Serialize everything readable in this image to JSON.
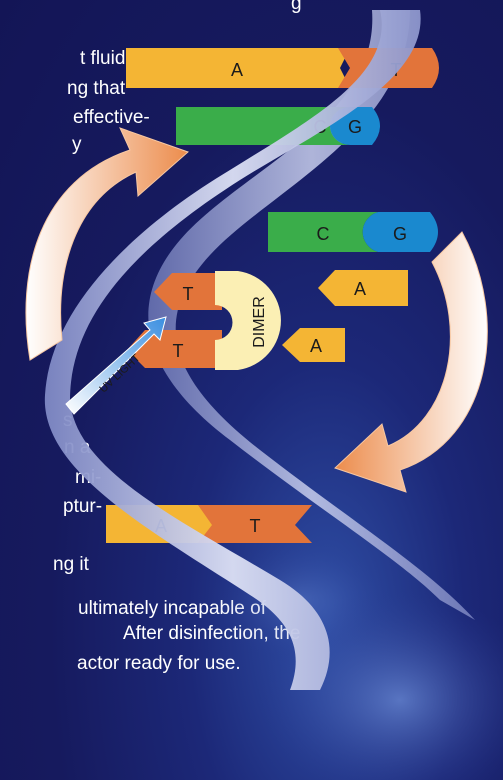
{
  "text_fragments": [
    "g",
    "t fluid",
    "ng that",
    "effective-",
    "y",
    "u",
    "s",
    "n a",
    "mi-",
    "ptur-",
    "ng it",
    "ultimately incapable of",
    "After disinfection, the",
    "actor ready for use."
  ],
  "diagram": {
    "bases": {
      "row1_left": "A",
      "row1_right": "T",
      "row2_left": "C",
      "row2_right": "G",
      "row3_left": "C",
      "row3_right": "G",
      "row4": "A",
      "row5": "A",
      "dimer_top": "T",
      "dimer_bottom": "T",
      "bottom_left": "A",
      "bottom_right": "T"
    },
    "dimer_label": "DIMER",
    "uv_label": "UV LIGHT"
  },
  "colors": {
    "background": "#161a5e",
    "adenine": "#f4b534",
    "thymine": "#e2743a",
    "cytosine": "#3aad4a",
    "guanine": "#1a89cf",
    "dimer": "#fbefb4",
    "backbone": "#c3c9ea",
    "arrow": "#f1a36a"
  }
}
